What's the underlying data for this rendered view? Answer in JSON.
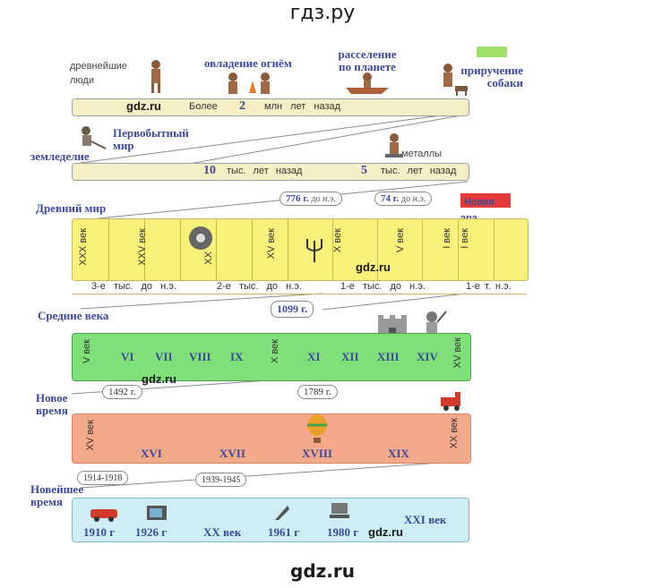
{
  "site_title": "гдз.ру",
  "footer": "gdz.ru",
  "watermark": "gdz.ru",
  "row1": {
    "labels": {
      "ancient_people": "древнейшие люди",
      "fire": "овладение огнём",
      "settlement": "расселение по планете",
      "dogs": "приручение собаки"
    },
    "strip": {
      "prefix": "Более",
      "value": "2",
      "suffix": "млн лет назад"
    }
  },
  "row2": {
    "labels": {
      "primitive": "Первобытный мир",
      "agriculture": "земледелие",
      "metals": "металлы"
    },
    "strip": {
      "a_value": "10",
      "a_text": "тыс. лет назад",
      "b_value": "5",
      "b_text": "тыс. лет назад"
    }
  },
  "ancient": {
    "title": "Древний мир",
    "date1": {
      "year": "776 г.",
      "suffix": "до н.э."
    },
    "date2": {
      "year": "74 г.",
      "suffix": "до н.э."
    },
    "flag": "Новая эра",
    "centuries": [
      "XXX век",
      "XXV век",
      "XX",
      "XV век",
      "X век",
      "V век",
      "I век",
      "I век"
    ],
    "millennia": [
      "3-е тыс. до н.э.",
      "2-е тыс. до н.э.",
      "1-е тыс. до н.э.",
      "1-е т. н.э."
    ]
  },
  "middle": {
    "title": "Средние века",
    "date": "1099 г.",
    "centuries": [
      "V век",
      "VI",
      "VII",
      "VIII",
      "IX",
      "X век",
      "XI",
      "XII",
      "XIII",
      "XIV",
      "XV век"
    ]
  },
  "newtime": {
    "title": "Новое время",
    "date1": "1492 г.",
    "date2": "1789 г.",
    "centuries": [
      "XV век",
      "XVI",
      "XVII",
      "XVIII",
      "XIX",
      "XX век"
    ]
  },
  "newest": {
    "title": "Новейшее время",
    "date1": "1914-1918",
    "date2": "1939-1945",
    "items": [
      "1910 г",
      "1926 г",
      "XX век",
      "1961 г",
      "1980 г",
      "XXI век"
    ]
  },
  "colors": {
    "row1": "#f6eec4",
    "row2": "#f6eec4",
    "ancient": "#f7f079",
    "middle": "#7fe07a",
    "newtime": "#f4a98b",
    "newest": "#cdeef4",
    "accent_blue": "#3b4a9a",
    "flag": "#e53a3a"
  }
}
